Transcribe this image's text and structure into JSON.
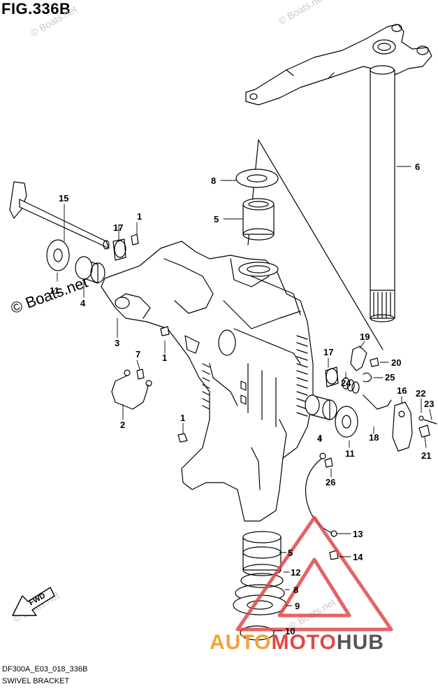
{
  "figure": {
    "title": "FIG.336B",
    "model_code": "DF300A_E03_018_336B",
    "name": "SWIVEL BRACKET"
  },
  "direction_marker": "FWD",
  "watermarks": {
    "small": "© Boats.net",
    "large": "© Boats.net"
  },
  "brand": {
    "part1": "AUTO",
    "part2": "MOTO",
    "part3": "HUB"
  },
  "colors": {
    "line": "#000000",
    "watermark": "#c8c8c8",
    "brand_orange": "#f2a23a",
    "brand_red": "#e04848",
    "brand_gray": "#555555"
  },
  "callouts": [
    {
      "id": "c1a",
      "label": "1"
    },
    {
      "id": "c1b",
      "label": "1"
    },
    {
      "id": "c1c",
      "label": "1"
    },
    {
      "id": "c2",
      "label": "2"
    },
    {
      "id": "c3",
      "label": "3"
    },
    {
      "id": "c4a",
      "label": "4"
    },
    {
      "id": "c4b",
      "label": "4"
    },
    {
      "id": "c5a",
      "label": "5"
    },
    {
      "id": "c5b",
      "label": "5"
    },
    {
      "id": "c6",
      "label": "6"
    },
    {
      "id": "c7",
      "label": "7"
    },
    {
      "id": "c8a",
      "label": "8"
    },
    {
      "id": "c8b",
      "label": "8"
    },
    {
      "id": "c9",
      "label": "9"
    },
    {
      "id": "c10",
      "label": "10"
    },
    {
      "id": "c11a",
      "label": "11"
    },
    {
      "id": "c11b",
      "label": "11"
    },
    {
      "id": "c12",
      "label": "12"
    },
    {
      "id": "c13",
      "label": "13"
    },
    {
      "id": "c14",
      "label": "14"
    },
    {
      "id": "c15",
      "label": "15"
    },
    {
      "id": "c16",
      "label": "16"
    },
    {
      "id": "c17a",
      "label": "17"
    },
    {
      "id": "c17b",
      "label": "17"
    },
    {
      "id": "c18",
      "label": "18"
    },
    {
      "id": "c19",
      "label": "19"
    },
    {
      "id": "c20",
      "label": "20"
    },
    {
      "id": "c21",
      "label": "21"
    },
    {
      "id": "c22",
      "label": "22"
    },
    {
      "id": "c23",
      "label": "23"
    },
    {
      "id": "c24",
      "label": "24"
    },
    {
      "id": "c25",
      "label": "25"
    },
    {
      "id": "c26",
      "label": "26"
    }
  ]
}
